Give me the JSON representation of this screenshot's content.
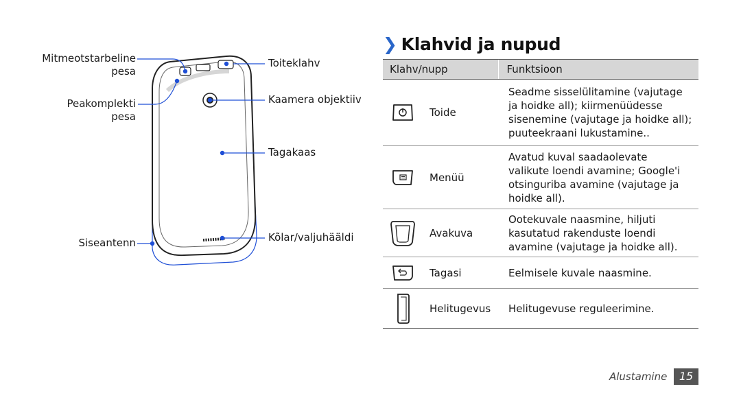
{
  "figure": {
    "labels": {
      "multipurpose_jack_line1": "Mitmeotstarbeline",
      "multipurpose_jack_line2": "pesa",
      "headset_jack_line1": "Peakomplekti",
      "headset_jack_line2": "pesa",
      "internal_antenna": "Siseantenn",
      "power_key": "Toiteklahv",
      "camera_lens": "Kaamera objektiiv",
      "back_cover": "Tagakaas",
      "speaker": "Kõlar/valjuhääldi"
    },
    "colors": {
      "callout": "#1f4fd6",
      "phone_outline": "#222222"
    }
  },
  "section": {
    "chevron": "❯",
    "title": "Klahvid ja nupud"
  },
  "table": {
    "headers": [
      "Klahv/nupp",
      "Funktsioon"
    ],
    "rows": [
      {
        "icon": "power-key-icon",
        "key": "Toide",
        "lines": [
          "Seadme sisselülitamine (vajutage",
          "ja hoidke all); kiirmenüüdesse",
          "sisenemine (vajutage ja hoidke all);",
          "puuteekraani lukustamine.."
        ]
      },
      {
        "icon": "menu-key-icon",
        "key": "Menüü",
        "lines": [
          "Avatud kuval saadaolevate",
          "valikute loendi avamine; Google'i",
          "otsinguriba avamine (vajutage ja",
          "hoidke all)."
        ]
      },
      {
        "icon": "home-key-icon",
        "key": "Avakuva",
        "lines": [
          "Ootekuvale naasmine, hiljuti",
          "kasutatud rakenduste loendi",
          "avamine (vajutage ja hoidke all)."
        ]
      },
      {
        "icon": "back-key-icon",
        "key": "Tagasi",
        "lines": [
          "Eelmisele kuvale naasmine."
        ]
      },
      {
        "icon": "volume-key-icon",
        "key": "Helitugevus",
        "lines": [
          "Helitugevuse reguleerimine."
        ]
      }
    ]
  },
  "footer": {
    "section": "Alustamine",
    "page": "15"
  }
}
